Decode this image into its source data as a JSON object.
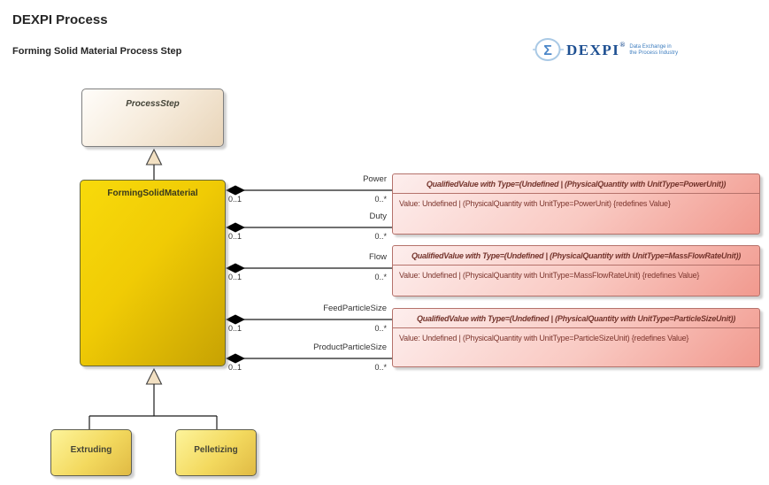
{
  "page": {
    "title": "DEXPI Process",
    "subtitle": "Forming Solid Material Process Step"
  },
  "logo": {
    "name": "DEXPI",
    "registered_mark": "®",
    "sigma": "Σ",
    "tagline_line1": "Data Exchange in",
    "tagline_line2": "the Process Industry"
  },
  "classes": {
    "process_step": {
      "name": "ProcessStep"
    },
    "forming_solid_material": {
      "name": "FormingSolidMaterial"
    },
    "extruding": {
      "name": "Extruding"
    },
    "pelletizing": {
      "name": "Pelletizing"
    }
  },
  "associations": [
    {
      "name": "Power",
      "source_multiplicity": "0..1",
      "target_multiplicity": "0..*"
    },
    {
      "name": "Duty",
      "source_multiplicity": "0..1",
      "target_multiplicity": "0..*"
    },
    {
      "name": "Flow",
      "source_multiplicity": "0..1",
      "target_multiplicity": "0..*"
    },
    {
      "name": "FeedParticleSize",
      "source_multiplicity": "0..1",
      "target_multiplicity": "0..*"
    },
    {
      "name": "ProductParticleSize",
      "source_multiplicity": "0..1",
      "target_multiplicity": "0..*"
    }
  ],
  "value_types": [
    {
      "header": "QualifiedValue with Type=(Undefined | (PhysicalQuantity with UnitType=PowerUnit))",
      "body": "Value: Undefined | (PhysicalQuantity with UnitType=PowerUnit) {redefines Value}"
    },
    {
      "header": "QualifiedValue with Type=(Undefined | (PhysicalQuantity with UnitType=MassFlowRateUnit))",
      "body": "Value: Undefined | (PhysicalQuantity with UnitType=MassFlowRateUnit) {redefines Value}"
    },
    {
      "header": "QualifiedValue with Type=(Undefined | (PhysicalQuantity with UnitType=ParticleSizeUnit))",
      "body": "Value: Undefined | (PhysicalQuantity with UnitType=ParticleSizeUnit) {redefines Value}"
    }
  ],
  "colors": {
    "class_gold": "#e8c402",
    "class_cream": "#f2e2cc",
    "class_yellow": "#f7e06e",
    "value_type_fill": "#f6b1a8",
    "value_type_border": "#b5726b",
    "value_type_text": "#7d362e",
    "logo_blue": "#1d4f91",
    "logo_light_blue": "#a9c9e5"
  }
}
